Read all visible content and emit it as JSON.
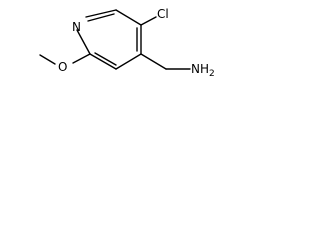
{
  "molecule": {
    "atoms": {
      "ring_nitrogen": "N",
      "chlorine": "Cl",
      "oxygen": "O",
      "amine": "NH",
      "amine_subscript": "2"
    }
  }
}
